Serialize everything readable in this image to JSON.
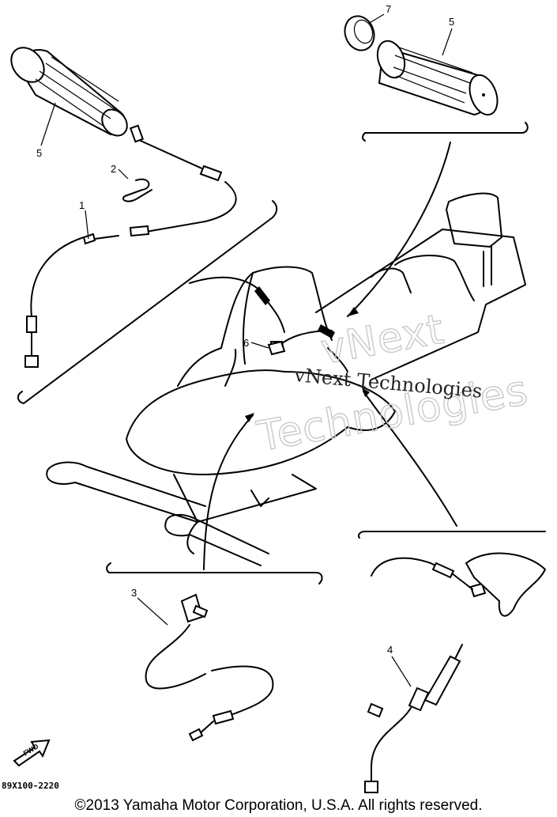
{
  "callouts": {
    "c1": "1",
    "c2": "2",
    "c3": "3",
    "c4": "4",
    "c5_left": "5",
    "c5_right": "5",
    "c6": "6",
    "c7": "7"
  },
  "watermark": {
    "large_line1": "vNext",
    "large_line2": "Technologies",
    "small": "vNext Technologies"
  },
  "fwd_label": "FWD",
  "part_number": "89X100-2220",
  "copyright": "©2013 Yamaha Motor Corporation, U.S.A. All rights reserved."
}
